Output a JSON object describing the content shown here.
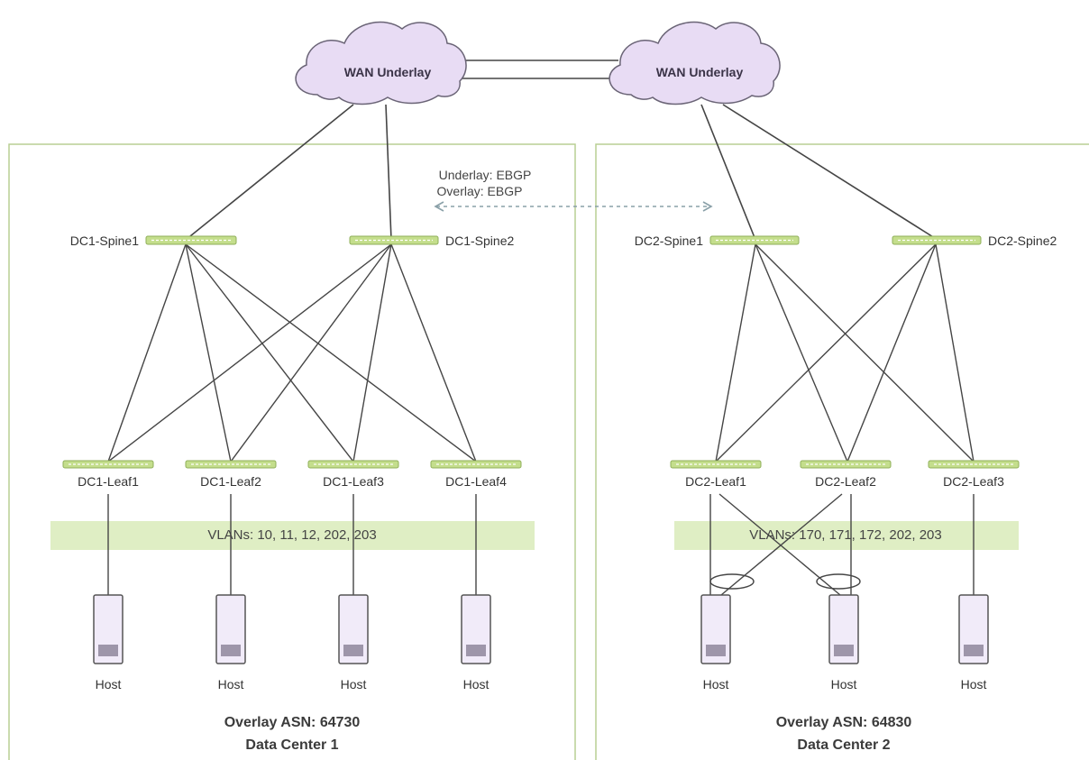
{
  "wan": {
    "left": "WAN Underlay",
    "right": "WAN Underlay"
  },
  "protocols": {
    "underlay": "Underlay: EBGP",
    "overlay": "Overlay: EBGP"
  },
  "dc1": {
    "spine1": "DC1-Spine1",
    "spine2": "DC1-Spine2",
    "leaves": [
      "DC1-Leaf1",
      "DC1-Leaf2",
      "DC1-Leaf3",
      "DC1-Leaf4"
    ],
    "vlans": "VLANs: 10, 11, 12, 202, 203",
    "hosts": [
      "Host",
      "Host",
      "Host",
      "Host"
    ],
    "asn": "Overlay ASN: 64730",
    "name": "Data Center 1"
  },
  "dc2": {
    "spine1": "DC2-Spine1",
    "spine2": "DC2-Spine2",
    "leaves": [
      "DC2-Leaf1",
      "DC2-Leaf2",
      "DC2-Leaf3"
    ],
    "vlans": "VLANs: 170, 171, 172, 202, 203",
    "hosts": [
      "Host",
      "Host",
      "Host"
    ],
    "asn": "Overlay ASN: 64830",
    "name": "Data Center 2"
  },
  "colors": {
    "cloud_fill": "#e8dcf4",
    "cloud_stroke": "#6a6476",
    "switch_fill": "#c4de8c",
    "vlan_band": "#dfeec4",
    "host_fill": "#f1ebf9",
    "host_panel": "#9e96aa",
    "frame_stroke": "#b9cf94",
    "link": "#454545",
    "dashed_link": "#8aa0a8"
  }
}
